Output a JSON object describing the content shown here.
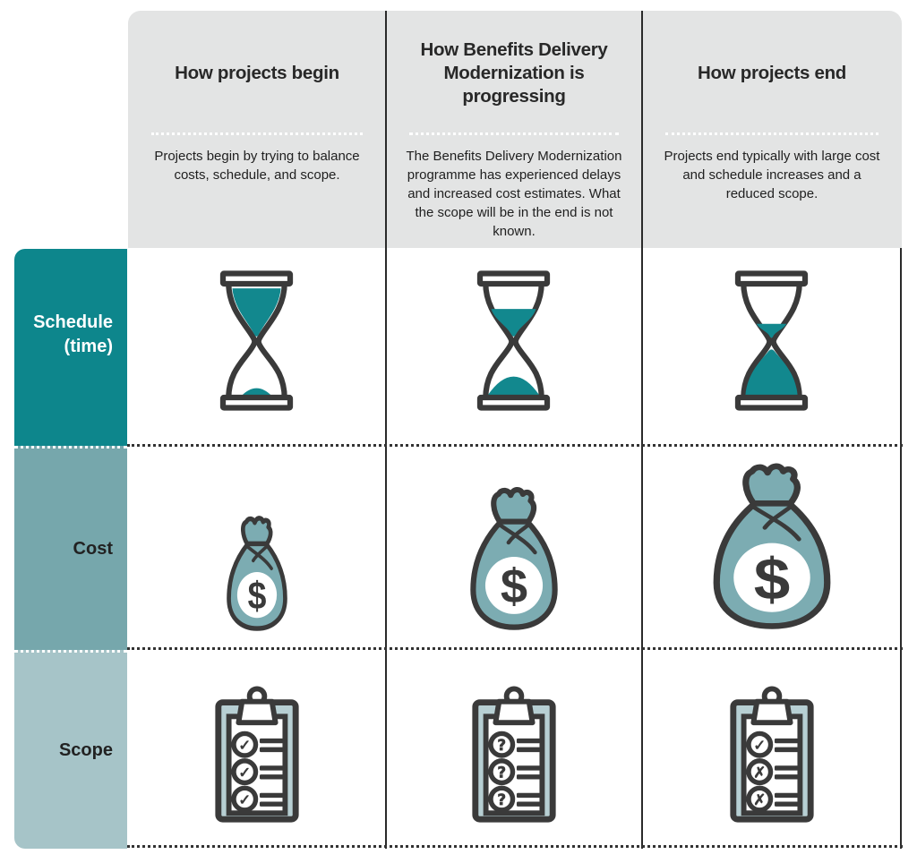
{
  "colors": {
    "dark_teal": "#0D868C",
    "mid_teal": "#76A7AC",
    "light_teal": "#A6C4C8",
    "sand_teal": "#12888E",
    "money_bag_fill": "#7CACB2",
    "clipboard_fill": "#B7CFD3",
    "icon_outline": "#3A3A3A",
    "header_background": "#E3E4E4"
  },
  "columns": [
    {
      "id": "begin",
      "title": "How projects begin",
      "description": "Projects begin by trying to balance costs, schedule, and scope."
    },
    {
      "id": "progressing",
      "title": "How Benefits Delivery Modernization is progressing",
      "description": "The Benefits Delivery Modernization programme has experienced delays and increased cost estimates. What the scope will be in the end is not known."
    },
    {
      "id": "end",
      "title": "How projects end",
      "description": "Projects end typically with large cost and schedule increases and a reduced scope."
    }
  ],
  "rows": [
    {
      "id": "schedule",
      "label_lines": [
        "Schedule",
        "(time)"
      ]
    },
    {
      "id": "cost",
      "label_lines": [
        "Cost",
        ""
      ]
    },
    {
      "id": "scope",
      "label_lines": [
        "Scope",
        ""
      ]
    }
  ],
  "cells": {
    "schedule": [
      {
        "icon": "hourglass-icon",
        "sand": "mostly-top"
      },
      {
        "icon": "hourglass-icon",
        "sand": "half"
      },
      {
        "icon": "hourglass-icon",
        "sand": "mostly-bottom"
      }
    ],
    "cost": [
      {
        "icon": "money-bag-icon",
        "size": "small",
        "symbol": "$"
      },
      {
        "icon": "money-bag-icon",
        "size": "medium",
        "symbol": "$"
      },
      {
        "icon": "money-bag-icon",
        "size": "large",
        "symbol": "$"
      }
    ],
    "scope": [
      {
        "icon": "clipboard-icon",
        "marks": [
          {
            "glyph": "✓",
            "meaning": "check"
          },
          {
            "glyph": "✓",
            "meaning": "check"
          },
          {
            "glyph": "✓",
            "meaning": "check"
          }
        ]
      },
      {
        "icon": "clipboard-icon",
        "marks": [
          {
            "glyph": "?",
            "meaning": "unknown"
          },
          {
            "glyph": "?",
            "meaning": "unknown"
          },
          {
            "glyph": "?",
            "meaning": "unknown"
          }
        ]
      },
      {
        "icon": "clipboard-icon",
        "marks": [
          {
            "glyph": "✓",
            "meaning": "check"
          },
          {
            "glyph": "✗",
            "meaning": "cross"
          },
          {
            "glyph": "✗",
            "meaning": "cross"
          }
        ]
      }
    ]
  }
}
